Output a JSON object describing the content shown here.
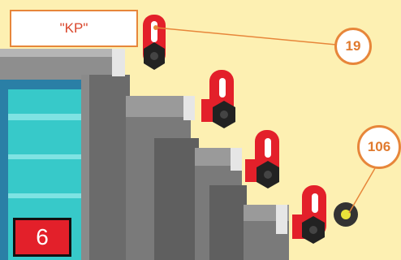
{
  "callout": {
    "label": "\"KP\""
  },
  "parts": [
    {
      "number": "19"
    },
    {
      "number": "106"
    }
  ],
  "step": {
    "number": "6"
  },
  "colors": {
    "background": "#fdf0b2",
    "accent_orange": "#e7863a",
    "clamp_red": "#e3202a",
    "frame_gray": "#6b6b6b",
    "glass_cyan": "#37c9c9",
    "knob_black": "#222222",
    "part106_yellow": "#e8e23a"
  }
}
